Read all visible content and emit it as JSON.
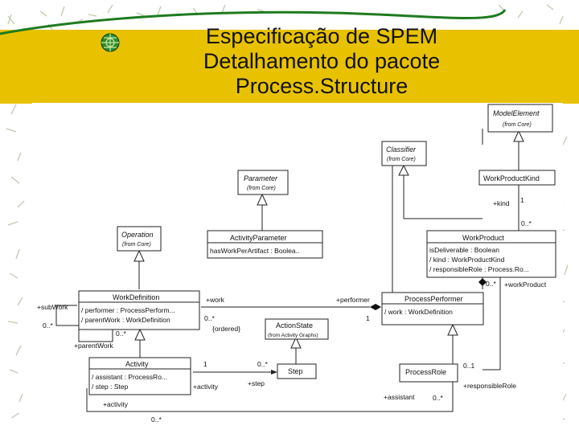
{
  "slide": {
    "title_line1": "Especificação de SPEM",
    "title_line2": "Detalhamento do pacote",
    "title_line3": "Process.Structure"
  },
  "classes": {
    "model_element": {
      "name": "ModelElement",
      "stereo": "(from Core)"
    },
    "classifier": {
      "name": "Classifier",
      "stereo": "(from Core)"
    },
    "parameter": {
      "name": "Parameter",
      "stereo": "(from Core)"
    },
    "work_product_kind": {
      "name": "WorkProductKind"
    },
    "operation": {
      "name": "Operation",
      "stereo": "(from Core)"
    },
    "activity_parameter": {
      "name": "ActivityParameter",
      "attr1": "hasWorkPerArtifact : Boolea.."
    },
    "work_product": {
      "name": "WorkProduct",
      "attr1": "isDeliverable : Boolean",
      "attr2": "/ kind : WorkProductKind",
      "attr3": "/ responsibleRole : Process.Ro..."
    },
    "work_definition": {
      "name": "WorkDefinition",
      "attr1": "/ performer : ProcessPerform...",
      "attr2": "/ parentWork : WorkDefinition"
    },
    "process_performer": {
      "name": "ProcessPerformer",
      "attr1": "/ work : WorkDefinition"
    },
    "action_state": {
      "name": "ActionState",
      "stereo": "(from Activity Graphs)"
    },
    "activity": {
      "name": "Activity",
      "attr1": "/ assistant : ProcessRo...",
      "attr2": "/ step : Step"
    },
    "step": {
      "name": "Step"
    },
    "process_role": {
      "name": "ProcessRole"
    }
  },
  "labels": {
    "kind": "+kind",
    "kind_mult": "1",
    "wp_mult": "0..*",
    "wp_mult2": "0..*",
    "work_product_role": "+workProduct",
    "sub_work": "+subWork",
    "sub_mult": "0..*",
    "parent_mult": "0..*",
    "parent_work": "+parentWork",
    "work": "+work",
    "work_mult": "0..*",
    "ordered": "{ordered}",
    "performer": "+performer",
    "performer_mult": "1",
    "act_one": "1",
    "act_role": "+activity",
    "step_mult": "0..*",
    "step_role": "+step",
    "pr_mult": "0..1",
    "responsible_role": "+responsibleRole",
    "assistant": "+assistant",
    "assist_mult": "0..*",
    "activity_bottom": "+activity",
    "activity_bottom_mult": "0..*"
  },
  "colors": {
    "band": "#e8c200",
    "swoosh": "#1f7a1f",
    "pattern": "#b8c8a8"
  }
}
